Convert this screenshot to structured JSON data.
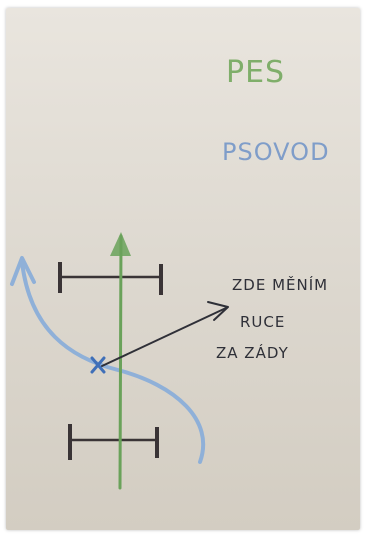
{
  "labels": {
    "pes": "PES",
    "psovod": "PSOVOD",
    "note_line1": "ZDE MĚNÍM",
    "note_line2": "RUCE",
    "note_line3": "ZA ZÁDY"
  },
  "colors": {
    "paper": "#e2ddd5",
    "pes_green": "#7fae6a",
    "psovod_blue": "#7f9dc9",
    "note_dark": "#2f3038",
    "center_arrow_green": "#6aa25a",
    "dog_path_blue": "#8fb0d8",
    "obstacle_dark": "#3a3436",
    "marker_blue": "#3f6fb8"
  }
}
